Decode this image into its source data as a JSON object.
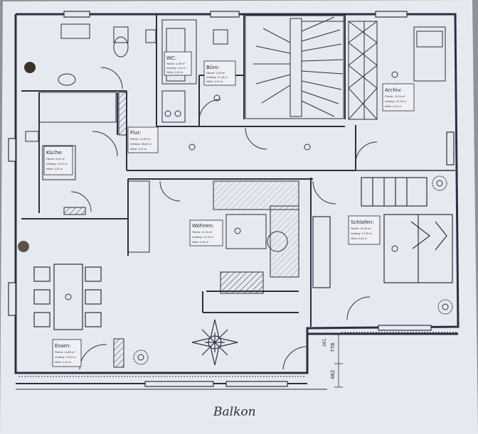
{
  "rooms": {
    "wc": {
      "name": "WC:",
      "lines": [
        "Fläche: 1,56 m²",
        "Umfang: 5,14 m",
        "Höhe: 2,43 m"
      ]
    },
    "buero": {
      "name": "Büro:",
      "lines": [
        "Fläche: 7,20 m²",
        "Umfang: 11,10 m",
        "Höhe: 2,42 m"
      ]
    },
    "archiv": {
      "name": "Archiv:",
      "lines": [
        "Fläche: 14,20 m²",
        "Umfang: 15,70 m",
        "Höhe: 2,45 m"
      ]
    },
    "flur": {
      "name": "Flur:",
      "lines": [
        "Fläche: 11,00 m²",
        "Umfang: 28,61 m",
        "Höhe: 2,42 m"
      ]
    },
    "kueche": {
      "name": "Küche:",
      "lines": [
        "Fläche: 8,40 m²",
        "Umfang: 12,57 m",
        "Höhe: 2,42 m"
      ]
    },
    "wohnen": {
      "name": "Wohnen:",
      "lines": [
        "Fläche: 31,54 m²",
        "Umfang: 22,70 m",
        "Höhe: 2,43 m"
      ]
    },
    "schlafen": {
      "name": "Schlafen:",
      "lines": [
        "Fläche: 19,39 m²",
        "Umfang: 17,50 m",
        "Höhe: 2,44 m"
      ]
    },
    "essen": {
      "name": "Essen:",
      "lines": [
        "Fläche: 14,84 m²",
        "Umfang: 15,91 m",
        "Höhe: 2,43 m"
      ]
    }
  },
  "dimensions": {
    "upper": "778",
    "lower": "462",
    "side": "261"
  },
  "balcony_label": "Balkon",
  "colors": {
    "paper": "#e6e9f0",
    "ink": "#2b3040",
    "background": "#8f9399"
  }
}
